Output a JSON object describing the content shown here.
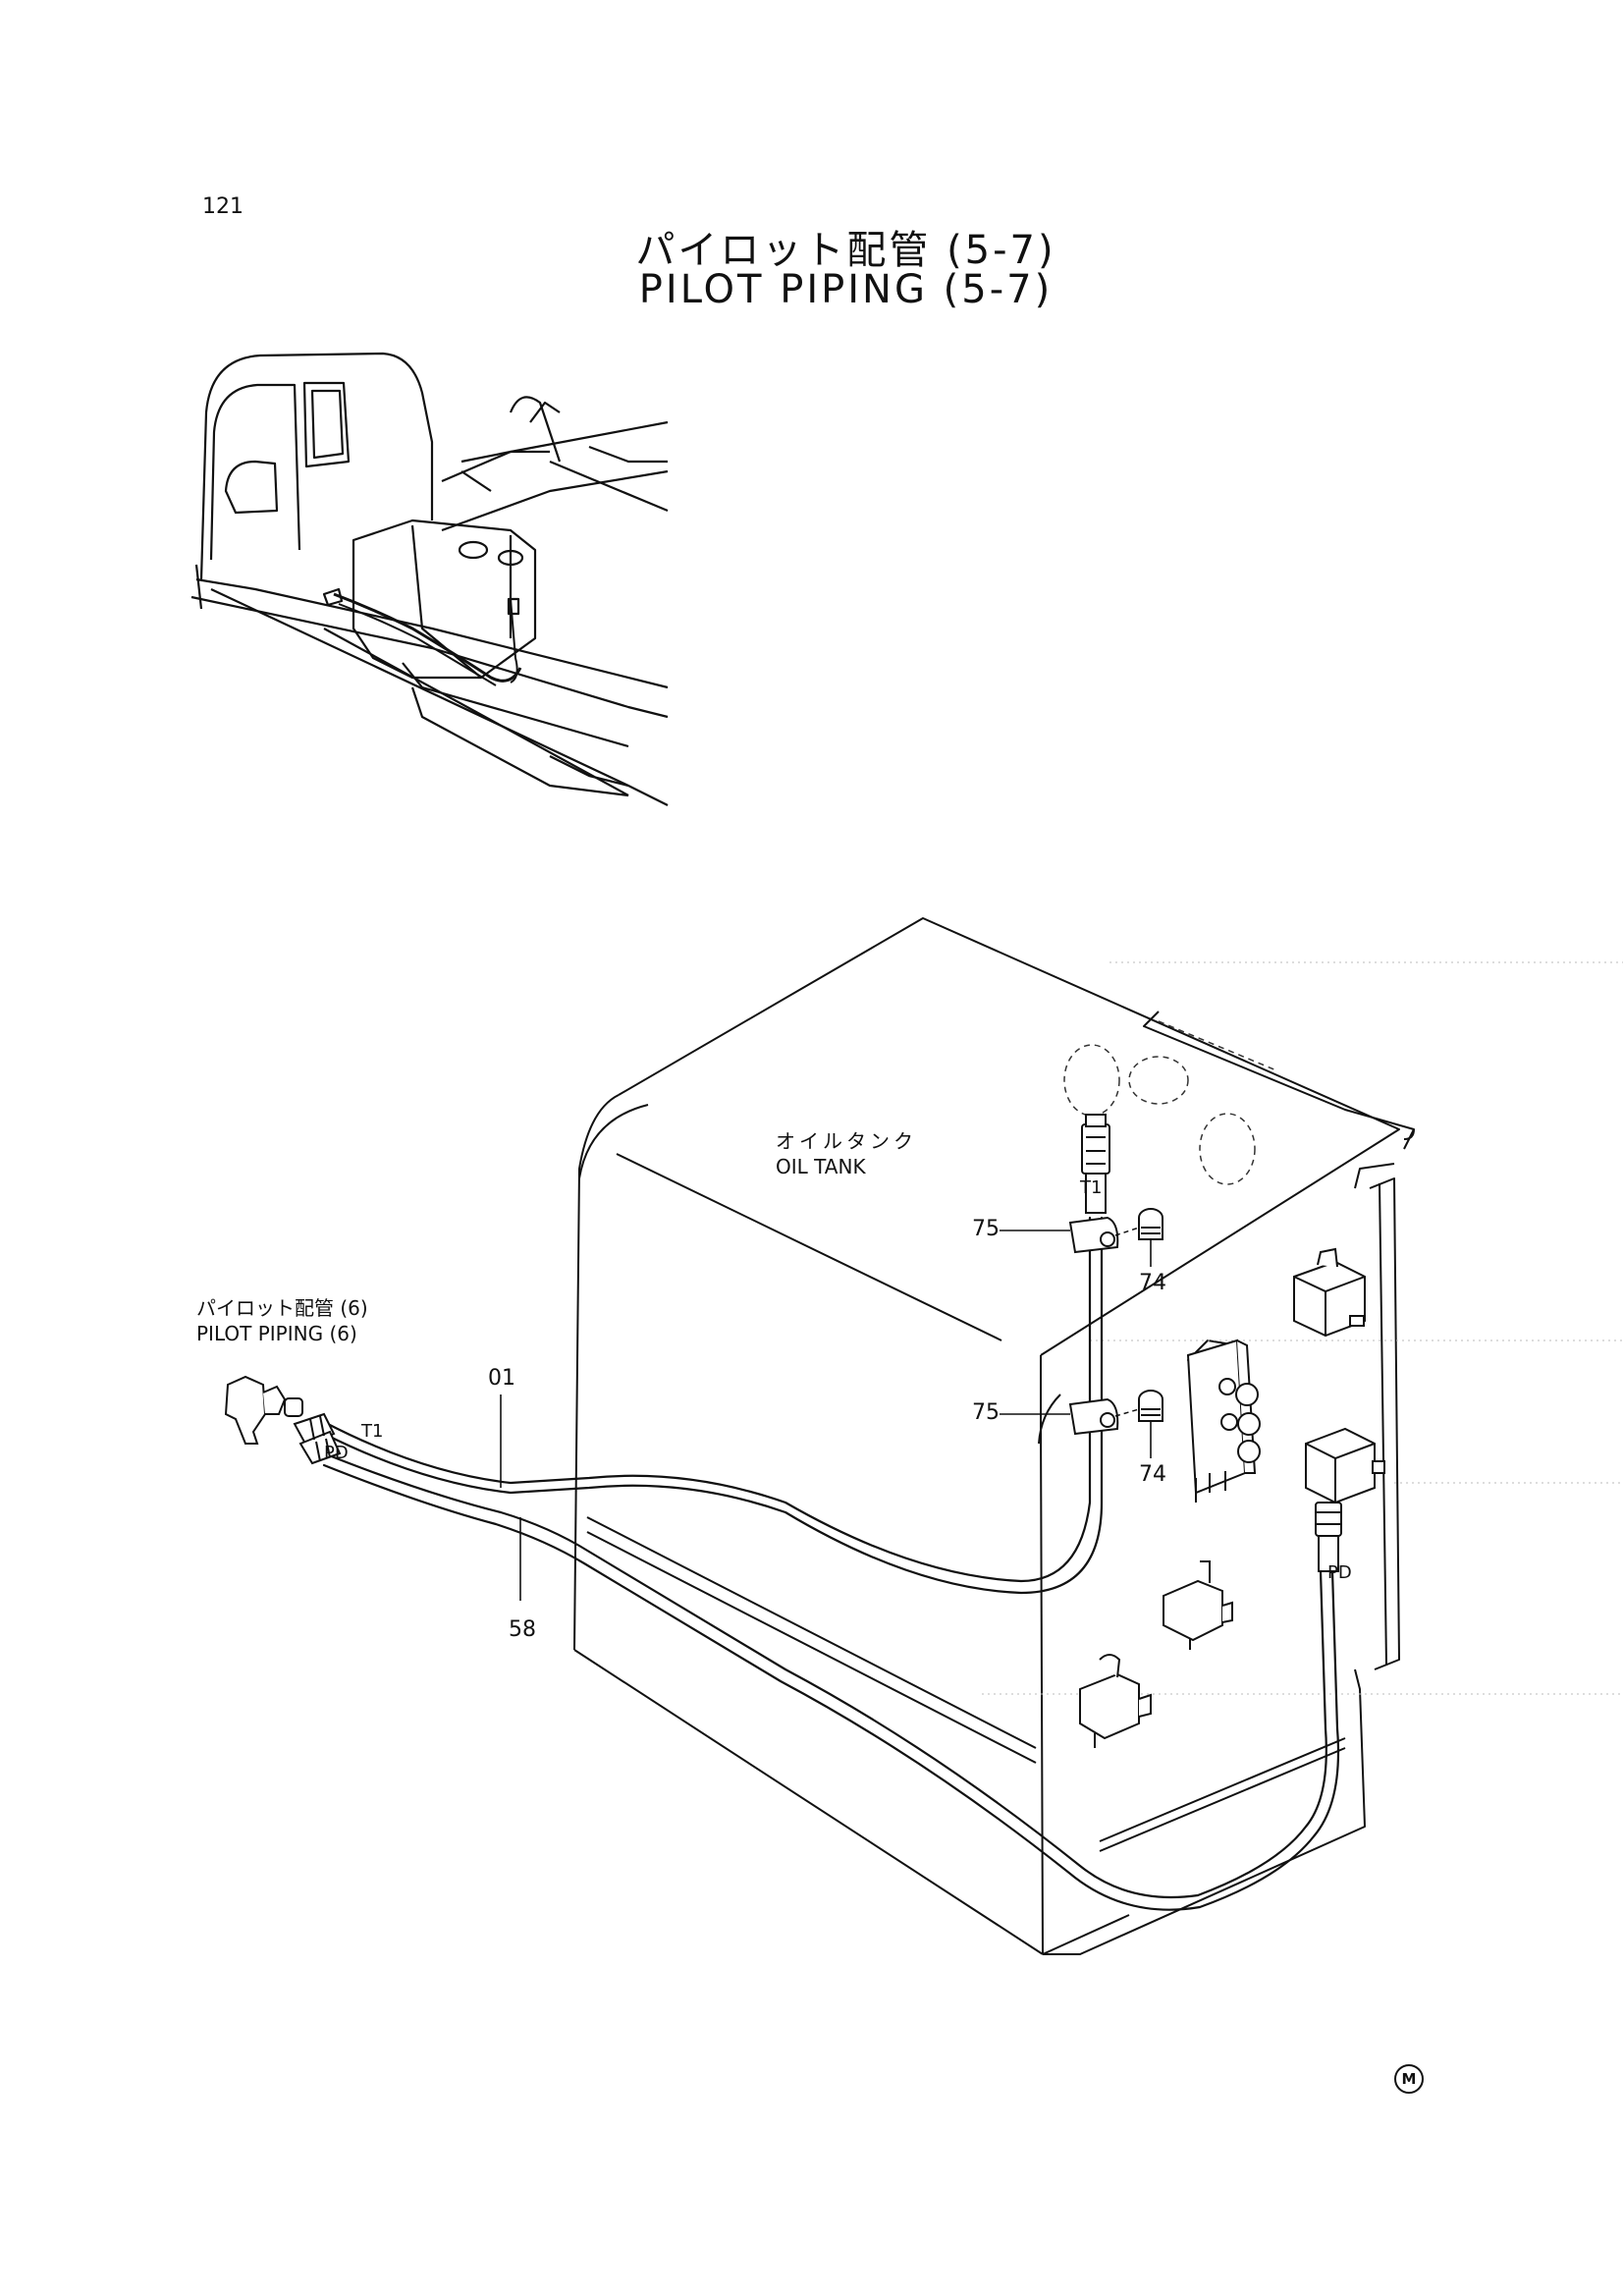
{
  "page": {
    "number": "121"
  },
  "title": {
    "jp": "パイロット配管 (5-7)",
    "en": "PILOT PIPING (5-7)"
  },
  "labels": {
    "oil_tank_jp": "オイルタンク",
    "oil_tank_en": "OIL TANK",
    "pilot_piping_jp": "パイロット配管 (6)",
    "pilot_piping_en": "PILOT PIPING (6)",
    "port_t1_top": "T1",
    "port_t1_left": "T1",
    "port_pd_left": "PD",
    "port_pd_right": "PD"
  },
  "callouts": {
    "hose_01": "01",
    "hose_58": "58",
    "clamp_75_upper": "75",
    "clamp_75_lower": "75",
    "bolt_74_upper": "74",
    "bolt_74_lower": "74"
  },
  "mark": "M"
}
